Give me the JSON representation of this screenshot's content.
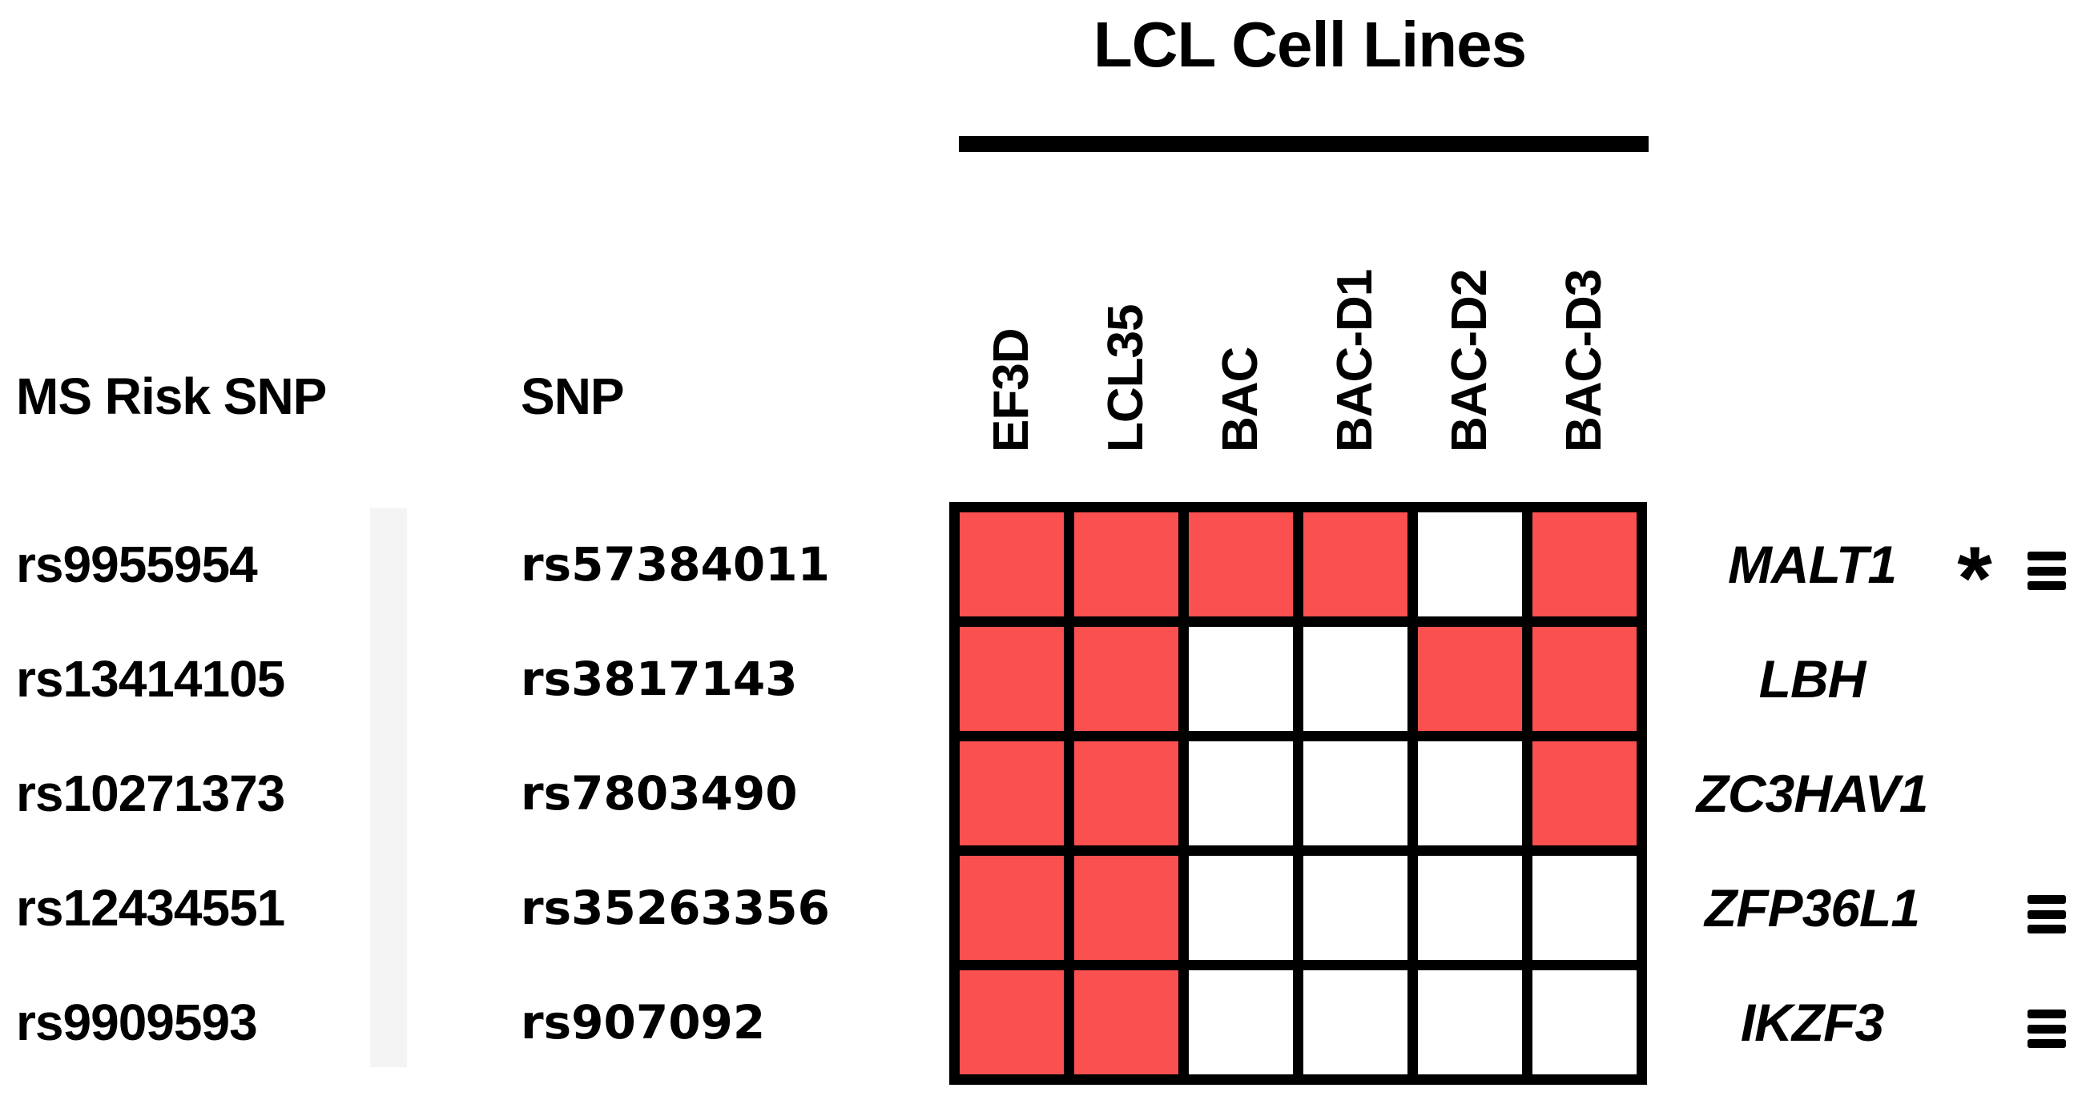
{
  "figure": {
    "title": "LCL Cell Lines",
    "row_headers": {
      "ms_risk_snp": "MS Risk SNP",
      "snp": "SNP"
    },
    "symbols": {
      "star": "*",
      "triple_bar": "≡"
    },
    "colors": {
      "filled": "#FA5050",
      "empty": "#FFFFFF",
      "border": "#000000"
    }
  },
  "chart_data": {
    "type": "heatmap",
    "title": "LCL Cell Lines",
    "columns": [
      "EF3D",
      "LCL35",
      "BAC",
      "BAC-D1",
      "BAC-D2",
      "BAC-D3"
    ],
    "row_label_columns": [
      "MS Risk SNP",
      "SNP"
    ],
    "rows": [
      {
        "ms_risk_snp": "rs9955954",
        "snp": "rs57384011",
        "gene": "MALT1",
        "values": [
          1,
          1,
          1,
          1,
          0,
          1
        ],
        "star": true,
        "triple_bar": true
      },
      {
        "ms_risk_snp": "rs13414105",
        "snp": "rs3817143",
        "gene": "LBH",
        "values": [
          1,
          1,
          0,
          0,
          1,
          1
        ],
        "star": false,
        "triple_bar": false
      },
      {
        "ms_risk_snp": "rs10271373",
        "snp": "rs7803490",
        "gene": "ZC3HAV1",
        "values": [
          1,
          1,
          0,
          0,
          0,
          1
        ],
        "star": false,
        "triple_bar": false
      },
      {
        "ms_risk_snp": "rs12434551",
        "snp": "rs35263356",
        "gene": "ZFP36L1",
        "values": [
          1,
          1,
          0,
          0,
          0,
          0
        ],
        "star": false,
        "triple_bar": true
      },
      {
        "ms_risk_snp": "rs9909593",
        "snp": "rs907092",
        "gene": "IKZF3",
        "values": [
          1,
          1,
          0,
          0,
          0,
          0
        ],
        "star": false,
        "triple_bar": true
      }
    ],
    "cell_encoding": {
      "1": "filled",
      "0": "empty"
    },
    "legend_position": "none",
    "grid_lines": "thick-black"
  }
}
